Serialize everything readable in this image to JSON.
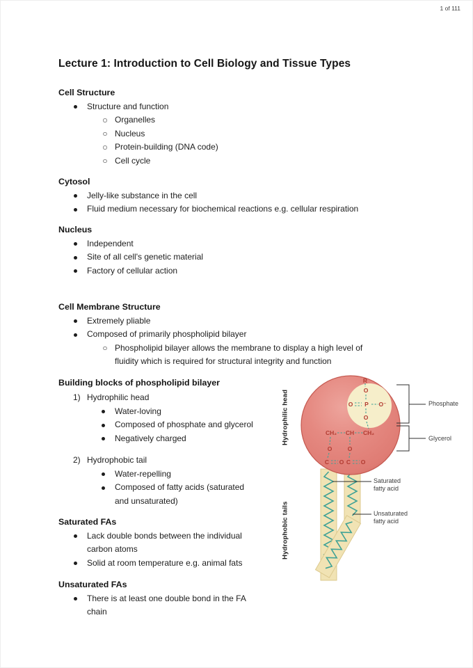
{
  "page": {
    "page_indicator": "1 of 111",
    "title": "Lecture 1: Introduction to Cell Biology and Tissue Types"
  },
  "sections": [
    {
      "heading": "Cell Structure",
      "items": [
        {
          "text": "Structure and function",
          "sub": [
            "Organelles",
            "Nucleus",
            "Protein-building (DNA code)",
            "Cell cycle"
          ]
        }
      ]
    },
    {
      "heading": "Cytosol",
      "items": [
        {
          "text": "Jelly-like substance in the cell"
        },
        {
          "text": "Fluid medium necessary for biochemical reactions e.g. cellular respiration"
        }
      ]
    },
    {
      "heading": "Nucleus",
      "items": [
        {
          "text": "Independent"
        },
        {
          "text": "Site of all cell's genetic material"
        },
        {
          "text": "Factory of cellular action"
        }
      ]
    },
    {
      "heading": "Cell Membrane Structure",
      "items": [
        {
          "text": "Extremely pliable"
        },
        {
          "text": "Composed of primarily phospholipid bilayer",
          "sub": [
            "Phospholipid bilayer allows the membrane to display a high level of\nfluidity which is required for structural integrity and function"
          ]
        }
      ]
    },
    {
      "heading": "Building blocks of phospholipid bilayer",
      "groups": [
        {
          "marker": "1)",
          "title": "Hydrophilic head",
          "bullets": [
            "Water-loving",
            "Composed of phosphate and glycerol",
            "Negatively charged"
          ]
        },
        {
          "marker": "2)",
          "title": "Hydrophobic tail",
          "bullets": [
            "Water-repelling",
            "Composed of fatty acids (saturated\nand unsaturated)"
          ]
        }
      ]
    },
    {
      "heading": "Saturated FAs",
      "items": [
        {
          "text": "Lack double bonds between the individual\ncarbon atoms"
        },
        {
          "text": "Solid at room temperature e.g. animal fats"
        }
      ]
    },
    {
      "heading": "Unsaturated FAs",
      "items": [
        {
          "text": "There is at least one double bond in the FA\nchain"
        }
      ]
    }
  ],
  "diagram": {
    "side_labels": {
      "head": "Hydrophilic head",
      "tails": "Hydrophobic tails"
    },
    "callouts": {
      "phosphate": "Phosphate",
      "glycerol": "Glycerol",
      "saturated": "Saturated fatty acid",
      "unsaturated": "Unsaturated fatty acid"
    },
    "molecule": {
      "atoms": [
        "R",
        "O",
        "O",
        "P",
        "O⁻",
        "O",
        "CH₂",
        "CH",
        "CH₂",
        "O",
        "O",
        "C",
        "O",
        "C",
        "O"
      ]
    },
    "colors": {
      "head_fill": "#e4857d",
      "head_inner": "#f6eeca",
      "tail_fill": "#f1e3b4",
      "zigzag": "#3fa296",
      "atom_text": "#b23b31"
    }
  }
}
